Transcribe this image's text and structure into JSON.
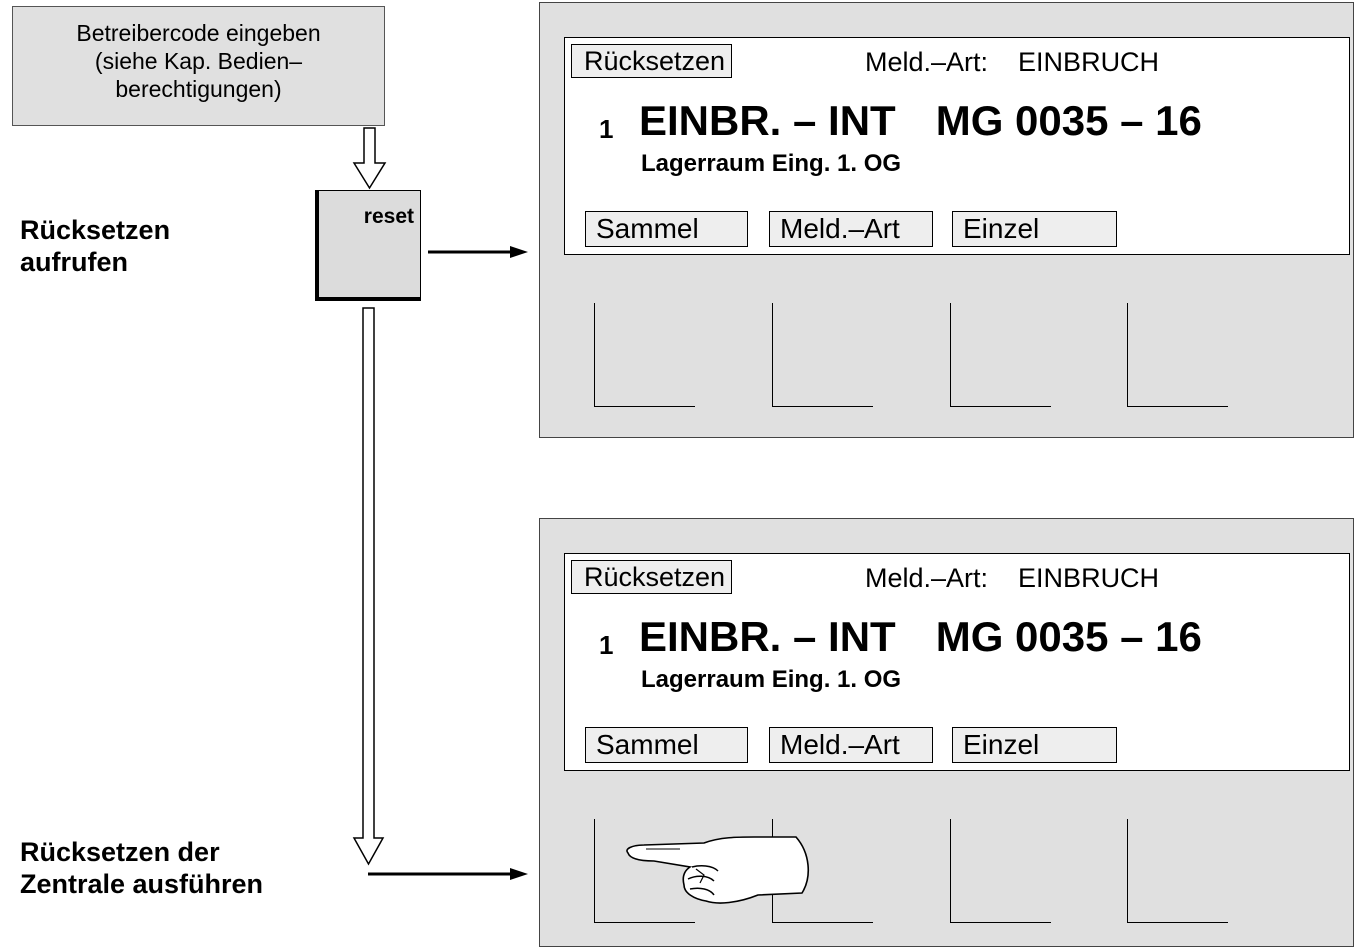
{
  "code_box": {
    "line1": "Betreibercode eingeben",
    "line2": "(siehe Kap. Bedien–",
    "line3": "berechtigungen)"
  },
  "steps": {
    "call_reset_1": "Rücksetzen",
    "call_reset_2": "aufrufen",
    "execute_1": "Rücksetzen der",
    "execute_2": "Zentrale ausführen"
  },
  "reset_key": "reset",
  "panels": [
    {
      "reset_button": "Rücksetzen",
      "meld_label": "Meld.–Art:",
      "meld_value": "EINBRUCH",
      "index": "1",
      "main_left": "EINBR. – INT",
      "main_right": "MG 0035 – 16",
      "location": "Lagerraum Eing. 1. OG",
      "softkeys": [
        "Sammel",
        "Meld.–Art",
        "Einzel"
      ]
    },
    {
      "reset_button": "Rücksetzen",
      "meld_label": "Meld.–Art:",
      "meld_value": "EINBRUCH",
      "index": "1",
      "main_left": "EINBR. – INT",
      "main_right": "MG 0035 – 16",
      "location": "Lagerraum Eing. 1. OG",
      "softkeys": [
        "Sammel",
        "Meld.–Art",
        "Einzel"
      ]
    }
  ],
  "icons": {
    "pointing_hand": "pointing-hand-icon",
    "down_arrow": "down-arrow-icon",
    "right_arrow": "right-arrow-icon"
  }
}
